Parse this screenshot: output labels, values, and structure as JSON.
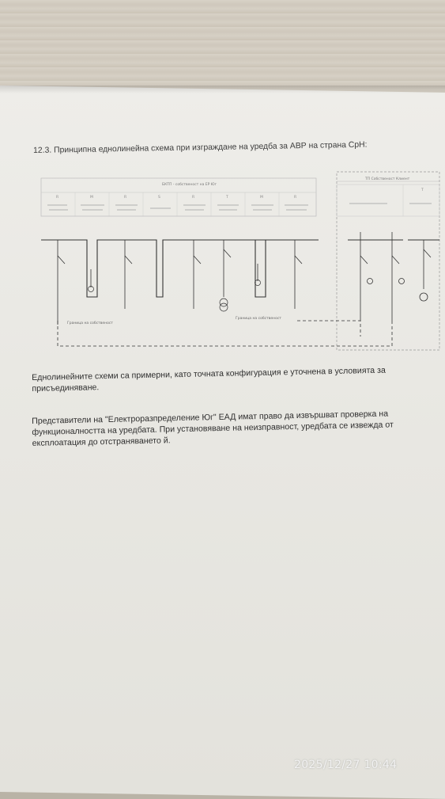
{
  "document": {
    "heading": "12.3. Принципна еднолинейна схема при изграждане на уредба за АВР на страна СрН:",
    "paragraph_1": "Еднолинейните схеми са примерни, като точната конфигурация е уточнена в условията за присъединяване.",
    "paragraph_2": "Представители на \"Електроразпределение Юг\" ЕАД имат право да извършват проверка на функционалността на уредбата. При установяване на неизправност, уредбата се извежда от експлоатация до отстраняването й."
  },
  "diagram": {
    "left_title": "БКТП - собственост на ЕР Юг",
    "right_title": "ТП Собственост Клиент",
    "left_columns": [
      "R",
      "M",
      "R",
      "S",
      "R",
      "T",
      "M",
      "R"
    ],
    "right_columns": [
      "",
      "T"
    ],
    "boundary_left": "Граница на собственост",
    "boundary_right": "Граница на собственост"
  },
  "overlay": {
    "timestamp": "2025/12/27  10:44"
  }
}
